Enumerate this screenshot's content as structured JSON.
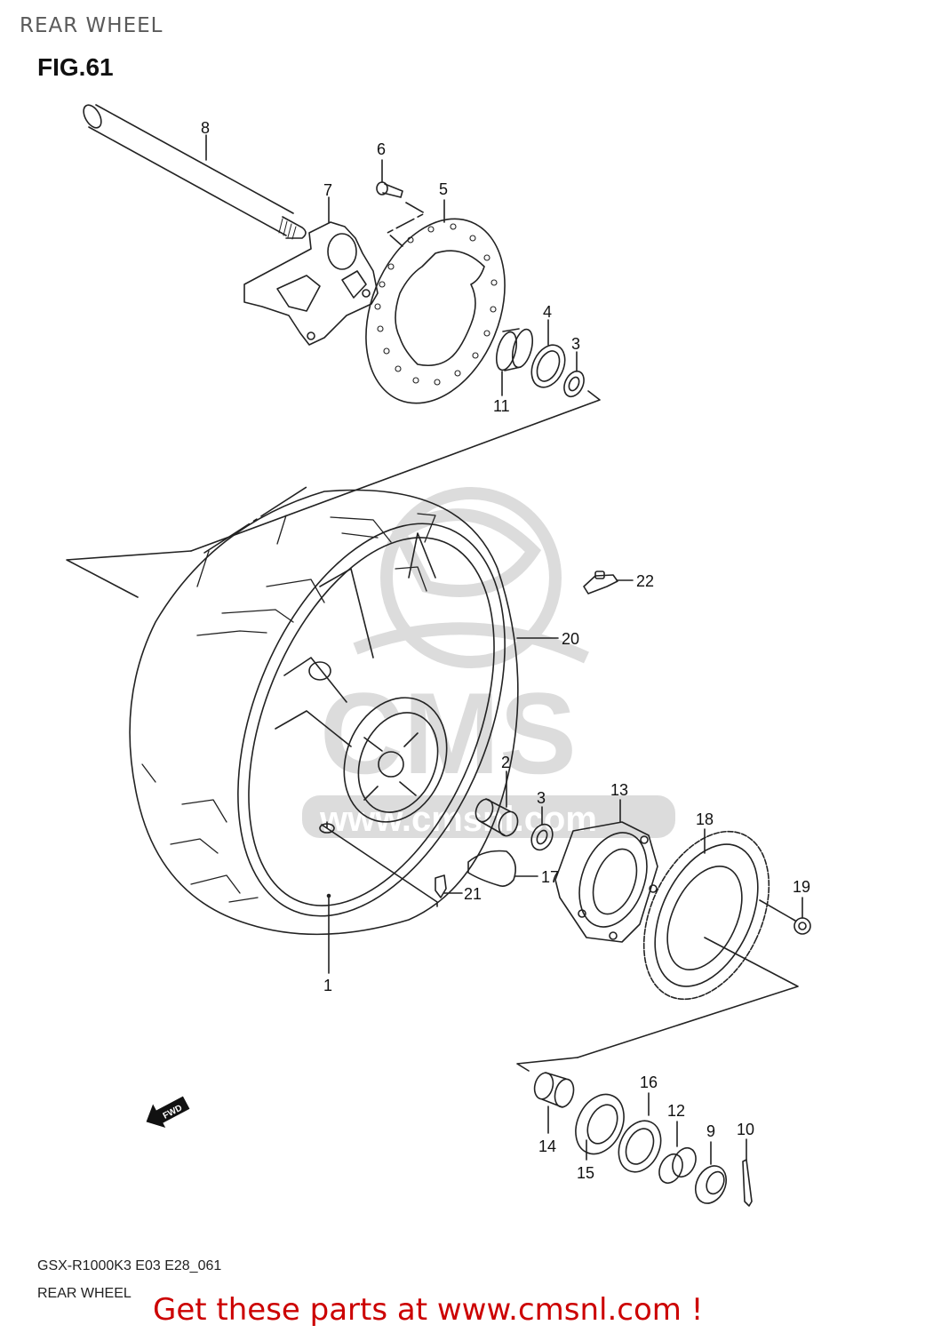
{
  "header": {
    "page_title": "REAR WHEEL",
    "figure_label": "FIG.61"
  },
  "footer": {
    "model_code": "GSX-R1000K3 E03 E28_061",
    "section_title": "REAR WHEEL",
    "promo_text": "Get these parts at www.cmsnl.com !"
  },
  "watermark": {
    "text": "CMS",
    "url_text": "www.cmsnl.com"
  },
  "direction_indicator": {
    "label": "FWD"
  },
  "colors": {
    "promo": "#cc0000",
    "line": "#222222",
    "watermark": "#d8d8d8"
  },
  "callouts": [
    {
      "number": "1",
      "part": "rear wheel"
    },
    {
      "number": "2",
      "part": "spacer"
    },
    {
      "number": "3",
      "part": "bearing"
    },
    {
      "number": "4",
      "part": "oil seal"
    },
    {
      "number": "5",
      "part": "brake disc"
    },
    {
      "number": "6",
      "part": "disc bolt"
    },
    {
      "number": "7",
      "part": "caliper bracket"
    },
    {
      "number": "8",
      "part": "axle"
    },
    {
      "number": "9",
      "part": "axle nut"
    },
    {
      "number": "10",
      "part": "cotter pin"
    },
    {
      "number": "11",
      "part": "spacer"
    },
    {
      "number": "12",
      "part": "spacer"
    },
    {
      "number": "13",
      "part": "sprocket mounting drum"
    },
    {
      "number": "14",
      "part": "collar"
    },
    {
      "number": "15",
      "part": "bearing"
    },
    {
      "number": "16",
      "part": "oil seal"
    },
    {
      "number": "17",
      "part": "cushion"
    },
    {
      "number": "18",
      "part": "sprocket"
    },
    {
      "number": "19",
      "part": "nut"
    },
    {
      "number": "20",
      "part": "tire"
    },
    {
      "number": "21",
      "part": "valve"
    },
    {
      "number": "22",
      "part": "balancer weight"
    }
  ]
}
